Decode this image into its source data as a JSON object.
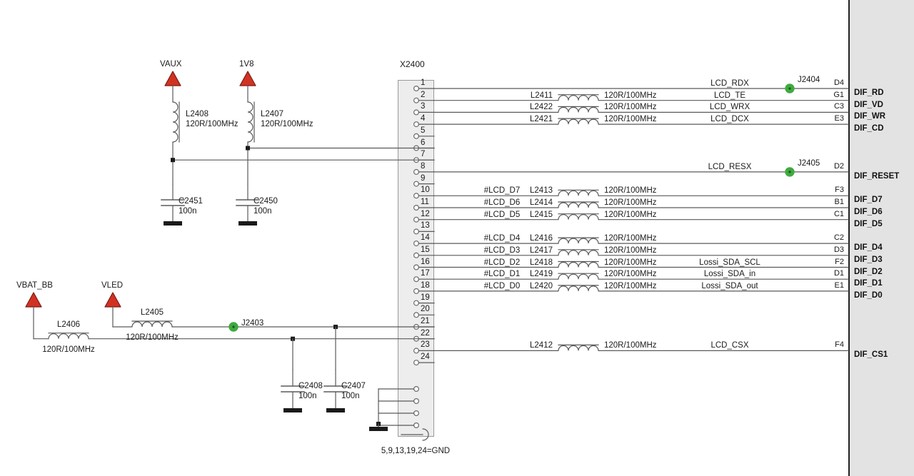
{
  "sheet": {
    "connector": {
      "refdes": "X2400",
      "gnd_note": "5,9,13,19,24=GND"
    },
    "bead_value": "120R/100MHz",
    "cap_value": "100n",
    "colors": {
      "wire": "#5a5a5a",
      "rail": "#d13323",
      "junction_green": "#3faa3f",
      "panel": "#e3e3e3",
      "conn_fill": "#ededed"
    }
  },
  "power_rails": [
    {
      "name": "VAUX",
      "bead": "L2408",
      "bead_value": "120R/100MHz",
      "cap": "C2451",
      "cap_value": "100n"
    },
    {
      "name": "1V8",
      "bead": "L2407",
      "bead_value": "120R/100MHz",
      "cap": "C2450",
      "cap_value": "100n"
    },
    {
      "name": "VBAT_BB",
      "bead": "L2406",
      "bead_value": "120R/100MHz",
      "cap": "C2408",
      "cap_value": "100n"
    },
    {
      "name": "VLED",
      "bead": "L2405",
      "bead_value": "120R/100MHz",
      "cap": "C2407",
      "cap_value": "100n"
    }
  ],
  "test_points": [
    {
      "name": "J2404"
    },
    {
      "name": "J2405"
    },
    {
      "name": "J2403"
    }
  ],
  "pins": [
    {
      "num": "1",
      "net_mid": "",
      "bead": "",
      "bead_value": "",
      "net_right": "LCD_RDX",
      "tp": "J2404",
      "bga": "D4",
      "dif": "DIF_RD"
    },
    {
      "num": "2",
      "net_mid": "",
      "bead": "L2411",
      "bead_value": "120R/100MHz",
      "net_right": "LCD_TE",
      "tp": "",
      "bga": "G1",
      "dif": "DIF_VD"
    },
    {
      "num": "3",
      "net_mid": "",
      "bead": "L2422",
      "bead_value": "120R/100MHz",
      "net_right": "LCD_WRX",
      "tp": "",
      "bga": "C3",
      "dif": "DIF_WR"
    },
    {
      "num": "4",
      "net_mid": "",
      "bead": "L2421",
      "bead_value": "120R/100MHz",
      "net_right": "LCD_DCX",
      "tp": "",
      "bga": "E3",
      "dif": "DIF_CD"
    },
    {
      "num": "5",
      "net_mid": "",
      "bead": "",
      "bead_value": "",
      "net_right": "",
      "tp": "",
      "bga": "",
      "dif": ""
    },
    {
      "num": "6",
      "net_mid": "",
      "bead": "",
      "bead_value": "",
      "net_right": "",
      "tp": "",
      "bga": "",
      "dif": ""
    },
    {
      "num": "7",
      "net_mid": "",
      "bead": "",
      "bead_value": "",
      "net_right": "",
      "tp": "",
      "bga": "",
      "dif": ""
    },
    {
      "num": "8",
      "net_mid": "",
      "bead": "",
      "bead_value": "",
      "net_right": "LCD_RESX",
      "tp": "J2405",
      "bga": "D2",
      "dif": "DIF_RESET"
    },
    {
      "num": "9",
      "net_mid": "",
      "bead": "",
      "bead_value": "",
      "net_right": "",
      "tp": "",
      "bga": "",
      "dif": ""
    },
    {
      "num": "10",
      "net_mid": "#LCD_D7",
      "bead": "L2413",
      "bead_value": "120R/100MHz",
      "net_right": "",
      "tp": "",
      "bga": "F3",
      "dif": "DIF_D7"
    },
    {
      "num": "11",
      "net_mid": "#LCD_D6",
      "bead": "L2414",
      "bead_value": "120R/100MHz",
      "net_right": "",
      "tp": "",
      "bga": "B1",
      "dif": "DIF_D6"
    },
    {
      "num": "12",
      "net_mid": "#LCD_D5",
      "bead": "L2415",
      "bead_value": "120R/100MHz",
      "net_right": "",
      "tp": "",
      "bga": "C1",
      "dif": "DIF_D5"
    },
    {
      "num": "13",
      "net_mid": "",
      "bead": "",
      "bead_value": "",
      "net_right": "",
      "tp": "",
      "bga": "",
      "dif": ""
    },
    {
      "num": "14",
      "net_mid": "#LCD_D4",
      "bead": "L2416",
      "bead_value": "120R/100MHz",
      "net_right": "",
      "tp": "",
      "bga": "C2",
      "dif": "DIF_D4"
    },
    {
      "num": "15",
      "net_mid": "#LCD_D3",
      "bead": "L2417",
      "bead_value": "120R/100MHz",
      "net_right": "",
      "tp": "",
      "bga": "D3",
      "dif": "DIF_D3"
    },
    {
      "num": "16",
      "net_mid": "#LCD_D2",
      "bead": "L2418",
      "bead_value": "120R/100MHz",
      "net_right": "Lossi_SDA_SCL",
      "tp": "",
      "bga": "F2",
      "dif": "DIF_D2"
    },
    {
      "num": "17",
      "net_mid": "#LCD_D1",
      "bead": "L2419",
      "bead_value": "120R/100MHz",
      "net_right": "Lossi_SDA_in",
      "tp": "",
      "bga": "D1",
      "dif": "DIF_D1"
    },
    {
      "num": "18",
      "net_mid": "#LCD_D0",
      "bead": "L2420",
      "bead_value": "120R/100MHz",
      "net_right": "Lossi_SDA_out",
      "tp": "",
      "bga": "E1",
      "dif": "DIF_D0"
    },
    {
      "num": "19",
      "net_mid": "",
      "bead": "",
      "bead_value": "",
      "net_right": "",
      "tp": "",
      "bga": "",
      "dif": ""
    },
    {
      "num": "20",
      "net_mid": "",
      "bead": "",
      "bead_value": "",
      "net_right": "",
      "tp": "",
      "bga": "",
      "dif": ""
    },
    {
      "num": "21",
      "net_mid": "",
      "bead": "",
      "bead_value": "",
      "net_right": "",
      "tp": "",
      "bga": "",
      "dif": ""
    },
    {
      "num": "22",
      "net_mid": "",
      "bead": "",
      "bead_value": "",
      "net_right": "",
      "tp": "",
      "bga": "",
      "dif": ""
    },
    {
      "num": "23",
      "net_mid": "",
      "bead": "L2412",
      "bead_value": "120R/100MHz",
      "net_right": "LCD_CSX",
      "tp": "",
      "bga": "F4",
      "dif": "DIF_CS1"
    },
    {
      "num": "24",
      "net_mid": "",
      "bead": "",
      "bead_value": "",
      "net_right": "",
      "tp": "",
      "bga": "",
      "dif": ""
    }
  ]
}
